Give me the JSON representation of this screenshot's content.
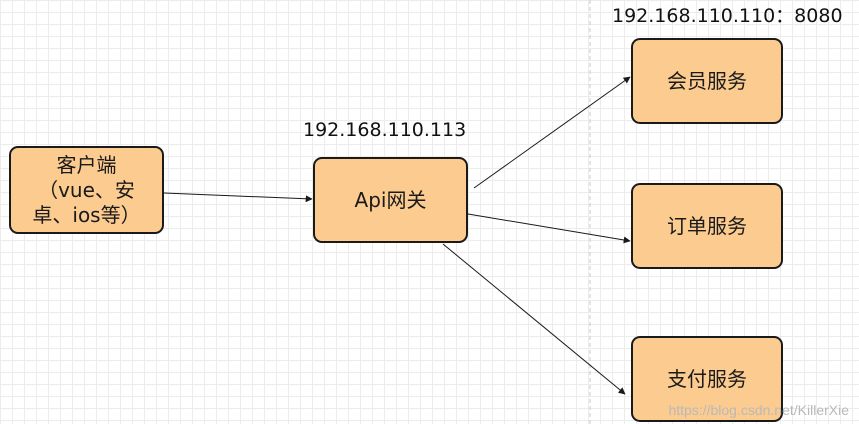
{
  "nodes": {
    "client": {
      "label": "客户端\n（vue、安\n卓、ios等）"
    },
    "gateway": {
      "label": "Api网关",
      "ip": "192.168.110.113"
    },
    "member_service": {
      "label": "会员服务",
      "ip": "192.168.110.110：8080"
    },
    "order_service": {
      "label": "订单服务"
    },
    "payment_service": {
      "label": "支付服务"
    }
  },
  "watermark": "https://blog.csdn.net/KillerXie",
  "colors": {
    "node_fill": "#fccb8f",
    "node_border": "#1a1a1a",
    "arrow": "#1a1a1a",
    "divider": "#c8c8c8"
  }
}
